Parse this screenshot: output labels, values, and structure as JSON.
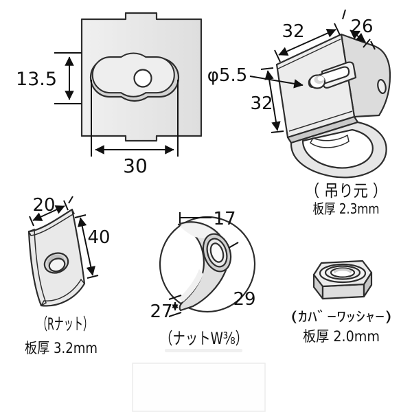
{
  "palette": {
    "background": "#ffffff",
    "outline": "#2d2d2d",
    "dimension_line": "#111111",
    "text": "#111111",
    "fill_light": "#ececec",
    "fill_mid": "#dcdcdc",
    "fill_dark": "#c9c9c9"
  },
  "parts": {
    "slide_plate": {
      "dimensions": {
        "boss_height": "13.5",
        "boss_width": "30"
      }
    },
    "hanger_bracket": {
      "name": "（ 吊り元 ）",
      "thickness": "板厚 2.3mm",
      "dimensions": {
        "top_width": "32",
        "depth": "26",
        "side_height": "32",
        "hole_diameter": "φ5.5"
      }
    },
    "r_nut": {
      "name": "（Rナット）",
      "thickness": "板厚 3.2mm",
      "dimensions": {
        "width": "20",
        "length": "40"
      }
    },
    "w38_nut": {
      "name": "（ナットW³⁄₈）",
      "dimensions": {
        "top_width": "17",
        "bottom_gap": "27",
        "side": "29"
      }
    },
    "cover_washer": {
      "name": "(ｶﾊﾞｰﾜｯｼｬｰ)",
      "thickness": "板厚 2.0mm"
    }
  }
}
